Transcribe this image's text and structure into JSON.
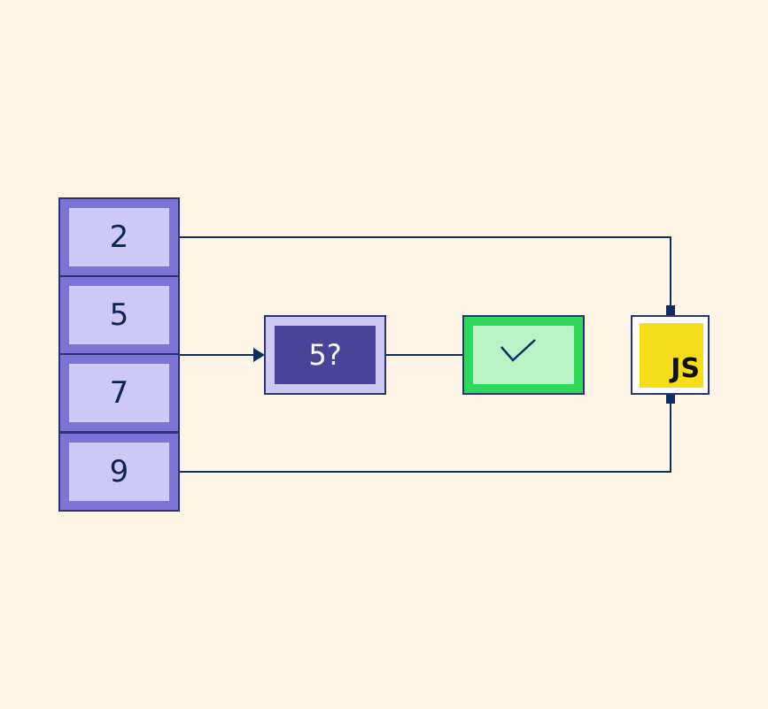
{
  "array": {
    "values": [
      "2",
      "5",
      "7",
      "9"
    ]
  },
  "check_box": {
    "label": "5?"
  },
  "result": {
    "icon": "checkmark-icon"
  },
  "js_logo": {
    "text": "JS"
  },
  "colors": {
    "background": "#fef5e7",
    "array_outer": "#7d74d6",
    "array_inner": "#cdc9f4",
    "query_inner": "#4a4499",
    "success_outer": "#2fd85a",
    "success_inner": "#b9f3c6",
    "js_yellow": "#f5de19",
    "line": "#0d2d5e"
  }
}
